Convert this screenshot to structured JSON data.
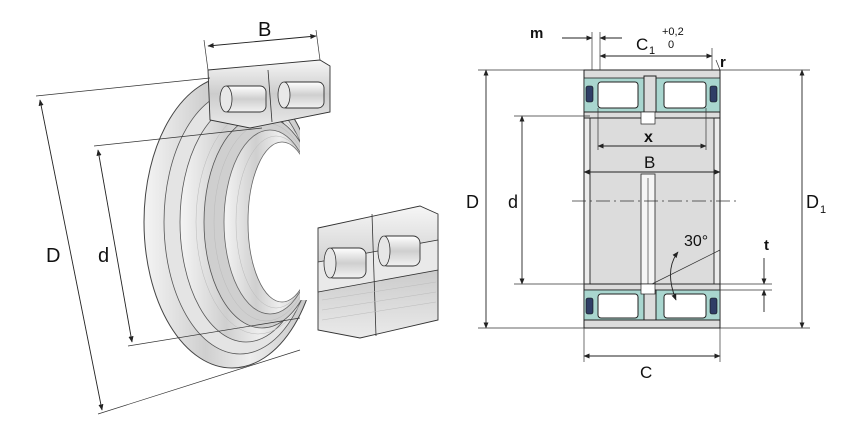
{
  "colors": {
    "background": "#ffffff",
    "ring_section": "#dcdcdc",
    "seal_section": "#a9d6cf",
    "seal_insert": "#2f3e66",
    "line": "#222222"
  },
  "left_view": {
    "labels": {
      "B": "B",
      "D": "D",
      "d": "d"
    }
  },
  "right_view": {
    "labels": {
      "m": "m",
      "C1": "C",
      "C1_sub": "1",
      "tol_upper": "+0,2",
      "tol_lower": "0",
      "r": "r",
      "x": "x",
      "B": "B",
      "C": "C",
      "D": "D",
      "d": "d",
      "D1": "D",
      "D1_sub": "1",
      "angle": "30°",
      "t": "t"
    }
  }
}
